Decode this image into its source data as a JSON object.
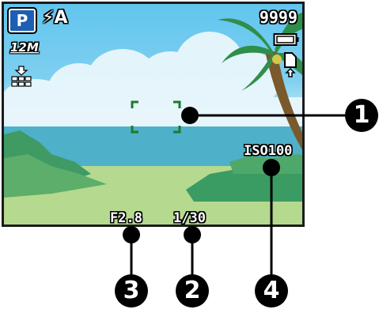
{
  "osd": {
    "mode": "P",
    "flash": "⚡A",
    "shots_remaining": "9999",
    "resolution": "12M",
    "iso": "ISO100",
    "aperture": "F2.8",
    "shutter_speed": "1/30"
  },
  "callouts": {
    "one": "1",
    "two": "2",
    "three": "3",
    "four": "4"
  },
  "icons": [
    "flash-auto-icon",
    "battery-icon",
    "memory-card-icon",
    "image-quality-icon",
    "focus-frame-icon"
  ],
  "colors": {
    "mode_badge": "#1d5fb4",
    "focus_frame": "#1b7a2a",
    "osd_text": "#ffffff"
  }
}
